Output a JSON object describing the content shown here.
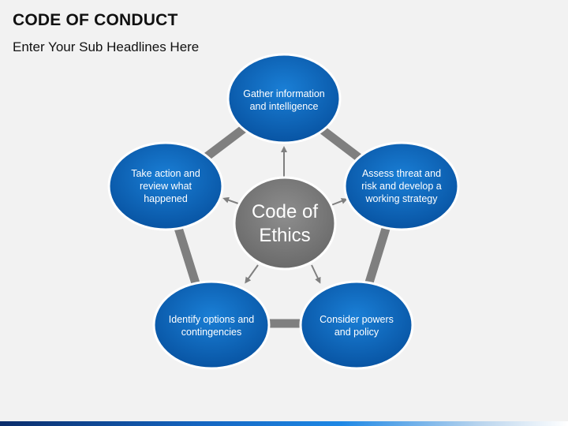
{
  "header": {
    "title": "CODE OF CONDUCT",
    "subtitle": "Enter Your Sub Headlines Here"
  },
  "diagram": {
    "center_lines": [
      "Code of",
      "Ethics"
    ],
    "nodes": [
      {
        "lines": [
          "Gather information",
          "and intelligence"
        ]
      },
      {
        "lines": [
          "Assess threat and",
          "risk and develop a",
          "working strategy"
        ]
      },
      {
        "lines": [
          "Consider powers",
          "and policy"
        ]
      },
      {
        "lines": [
          "Identify options and",
          "contingencies"
        ]
      },
      {
        "lines": [
          "Take action and",
          "review what",
          "happened"
        ]
      }
    ]
  },
  "colors": {
    "node_fill": "#0a63b8",
    "node_stroke": "#ffffff",
    "ring": "#7f7f7f",
    "center_fill": "#7f7f7f",
    "arrow": "#7f7f7f"
  }
}
